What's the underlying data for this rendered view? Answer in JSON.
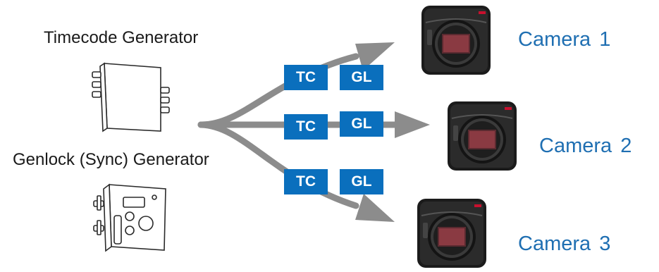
{
  "sources": {
    "timecode": {
      "label": "Timecode Generator",
      "icon": "timecode-generator-icon"
    },
    "genlock": {
      "label": "Genlock (Sync) Generator",
      "icon": "genlock-generator-icon"
    }
  },
  "signals": {
    "tc": "TC",
    "gl": "GL"
  },
  "cameras": [
    {
      "label": "Camera  1",
      "icon": "camera-icon"
    },
    {
      "label": "Camera  2",
      "icon": "camera-icon"
    },
    {
      "label": "Camera  3",
      "icon": "camera-icon"
    }
  ],
  "colors": {
    "arrow": "#8c8c8c",
    "badge": "#0a6fbd",
    "camera_label": "#1f6fb2",
    "accent": "#c8102e"
  }
}
